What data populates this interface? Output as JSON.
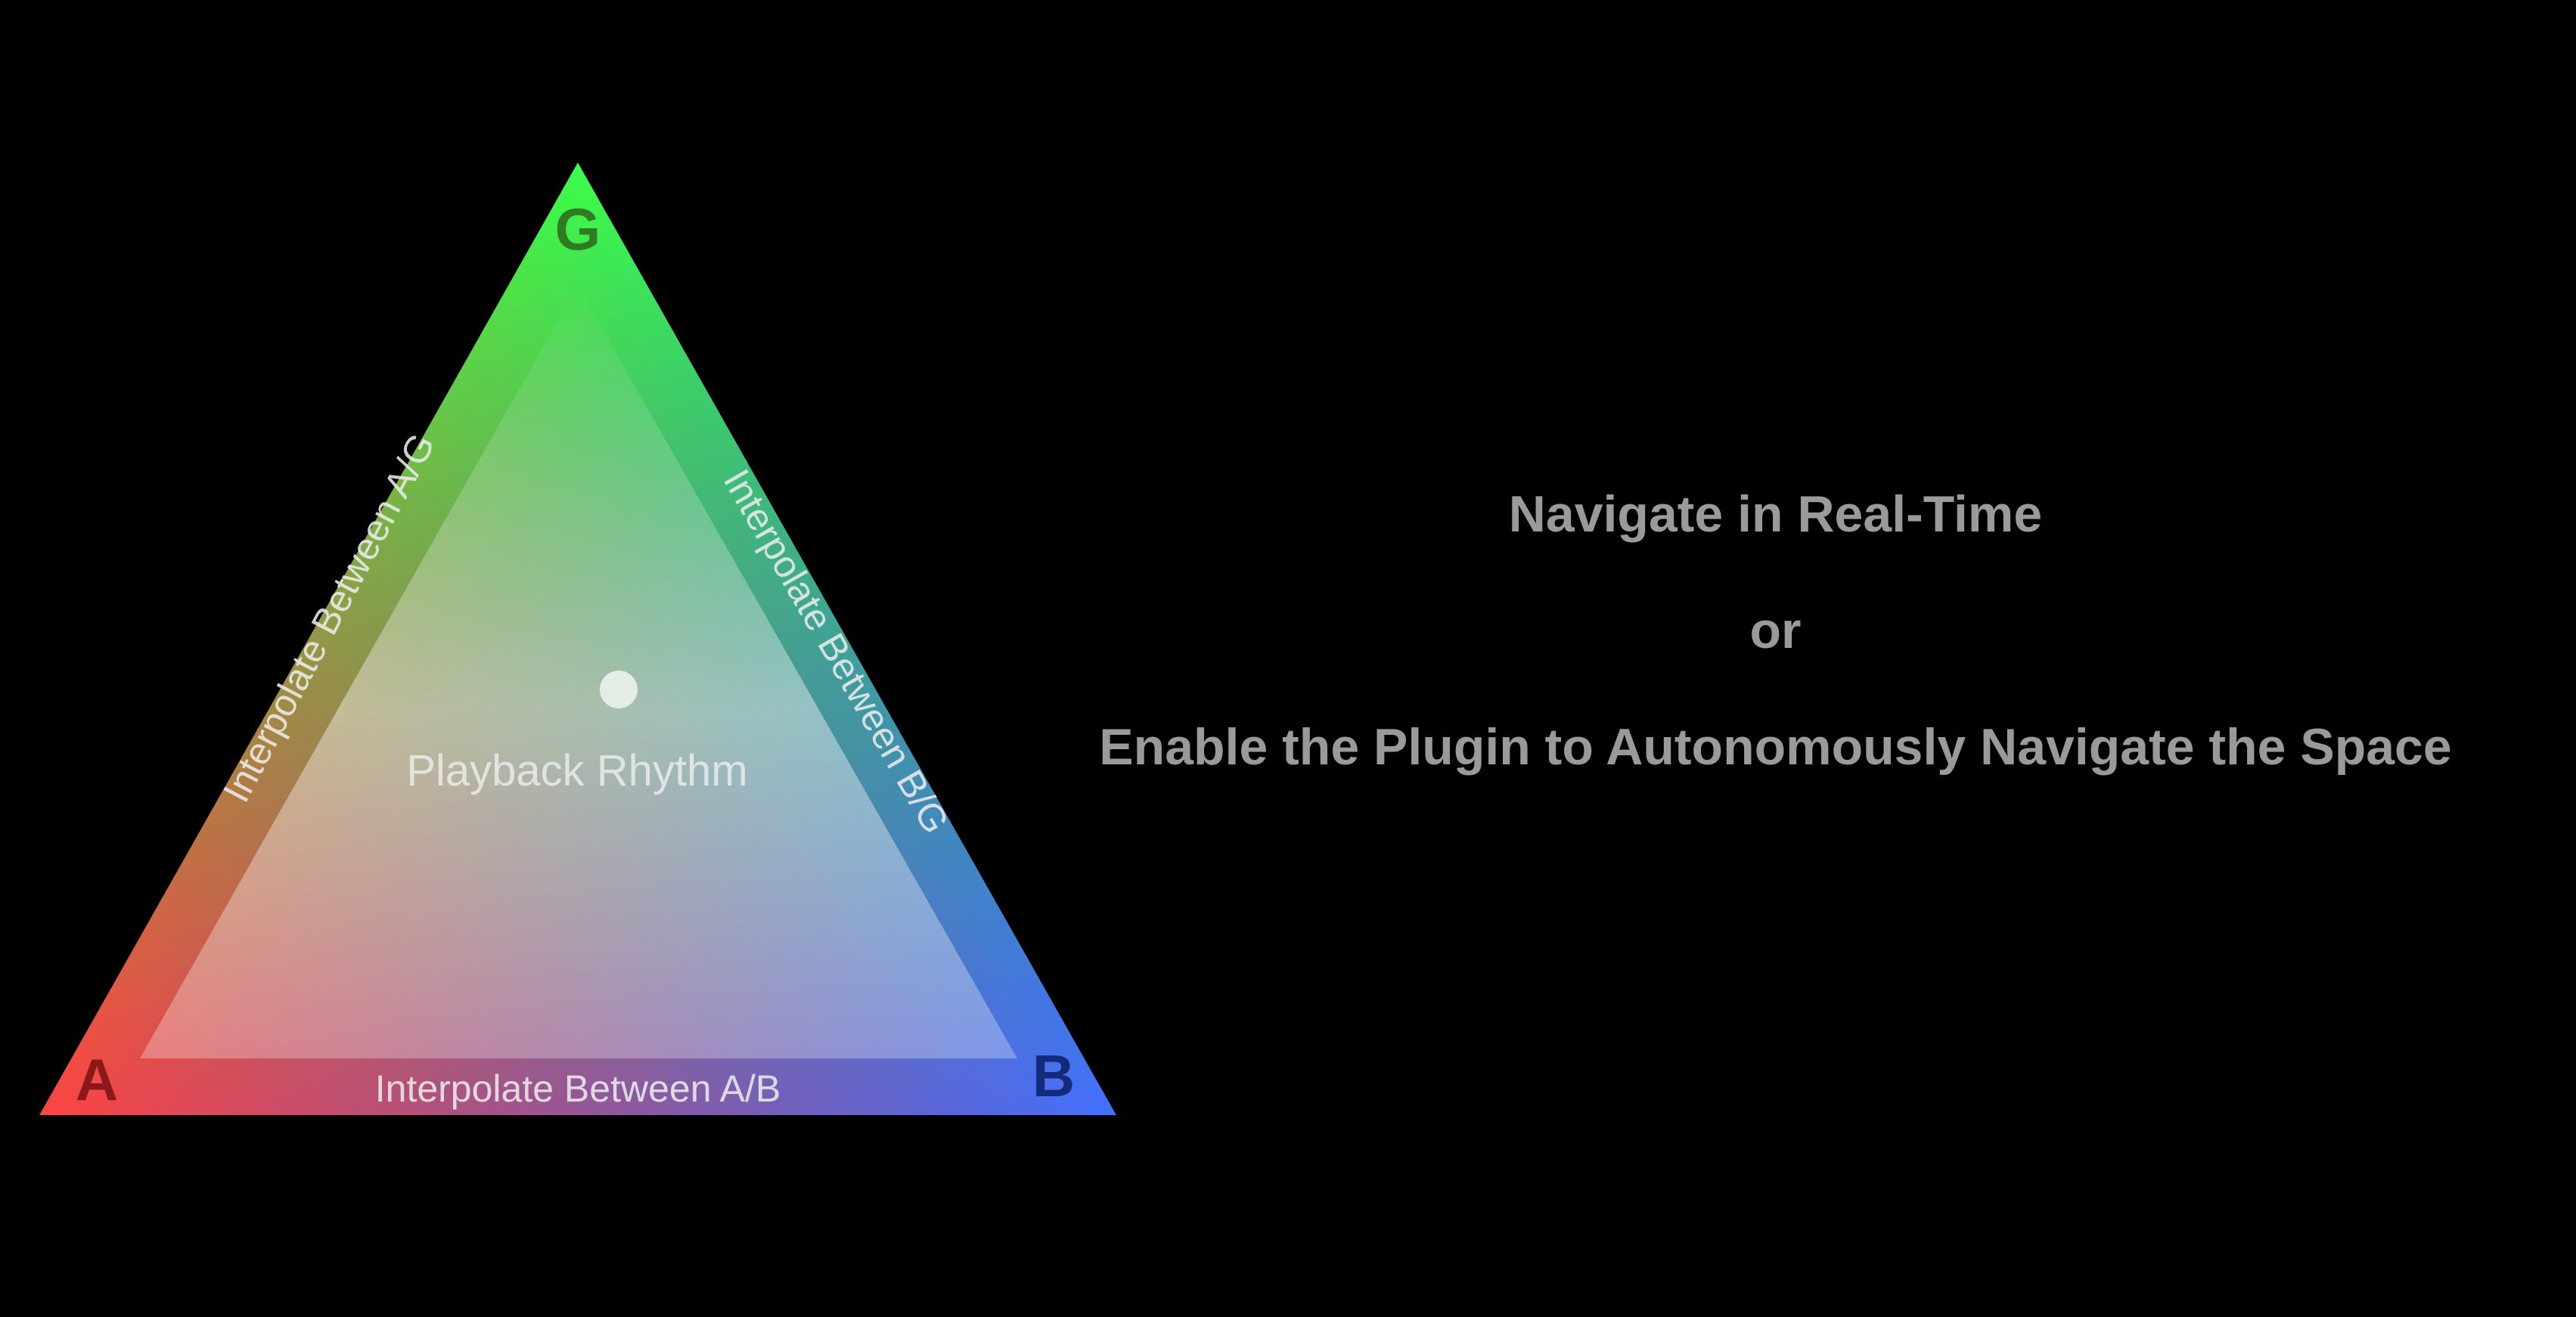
{
  "vertices": {
    "a": {
      "label": "A",
      "color": "#ff2a2a",
      "label_color": "#8a1a1a"
    },
    "b": {
      "label": "B",
      "color": "#2a5cff",
      "label_color": "#142a7a"
    },
    "g": {
      "label": "G",
      "color": "#22ff33",
      "label_color": "#2f7a22"
    }
  },
  "edges": {
    "ab_label": "Interpolate Between A/B",
    "ag_label": "Interpolate Between A/G",
    "bg_label": "Interpolate Between B/G"
  },
  "center": {
    "label": "Playback Rhythm",
    "position_marker": "playhead-dot"
  },
  "instructions": {
    "line1": "Navigate in Real-Time",
    "line2": "or",
    "line3": "Enable the Plugin to Autonomously Navigate the Space"
  }
}
